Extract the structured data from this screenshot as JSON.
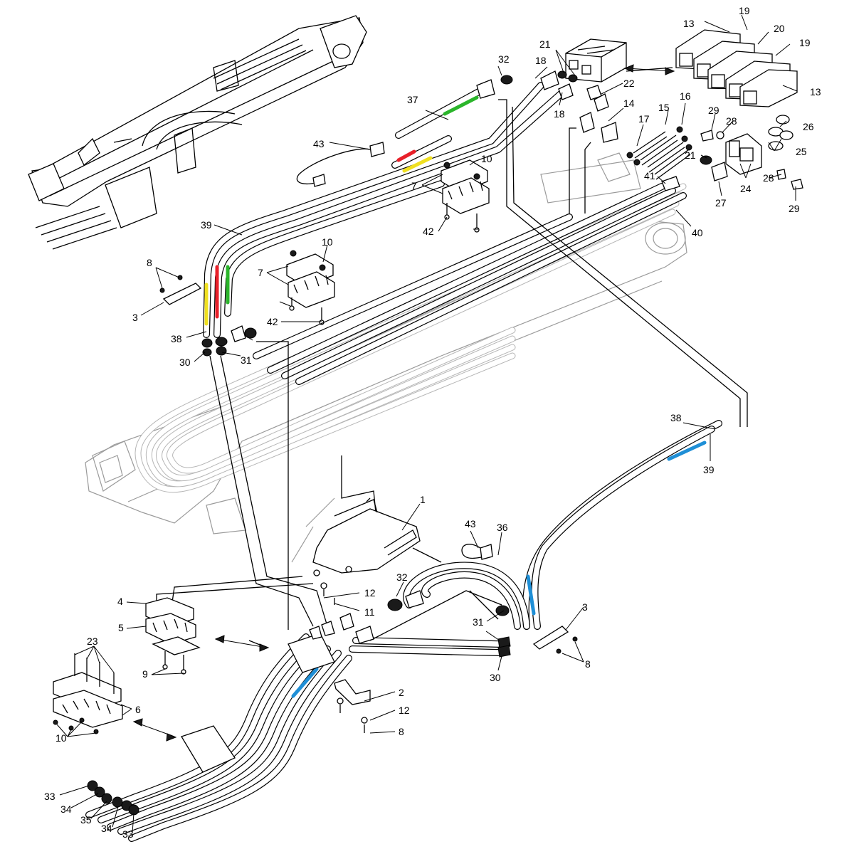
{
  "colors": {
    "line": "#000000",
    "ghost": "#9a9a9a",
    "mark_green": "#2bb52b",
    "mark_red": "#e8202a",
    "mark_yellow": "#f0e020",
    "mark_blue": "#1f8fd6"
  },
  "callouts": [
    {
      "id": "c13a",
      "text": "13"
    },
    {
      "id": "c19a",
      "text": "19"
    },
    {
      "id": "c20",
      "text": "20"
    },
    {
      "id": "c19b",
      "text": "19"
    },
    {
      "id": "c13b",
      "text": "13"
    },
    {
      "id": "c21a",
      "text": "21"
    },
    {
      "id": "c32a",
      "text": "32"
    },
    {
      "id": "c18a",
      "text": "18"
    },
    {
      "id": "c37",
      "text": "37"
    },
    {
      "id": "c22",
      "text": "22"
    },
    {
      "id": "c18b",
      "text": "18"
    },
    {
      "id": "c14",
      "text": "14"
    },
    {
      "id": "c15",
      "text": "15"
    },
    {
      "id": "c16",
      "text": "16"
    },
    {
      "id": "c17",
      "text": "17"
    },
    {
      "id": "c29a",
      "text": "29"
    },
    {
      "id": "c28a",
      "text": "28"
    },
    {
      "id": "c26",
      "text": "26"
    },
    {
      "id": "c25",
      "text": "25"
    },
    {
      "id": "c21b",
      "text": "21"
    },
    {
      "id": "c24",
      "text": "24"
    },
    {
      "id": "c28b",
      "text": "28"
    },
    {
      "id": "c29b",
      "text": "29"
    },
    {
      "id": "c41",
      "text": "41"
    },
    {
      "id": "c27",
      "text": "27"
    },
    {
      "id": "c40",
      "text": "40"
    },
    {
      "id": "c43a",
      "text": "43"
    },
    {
      "id": "c10a",
      "text": "10"
    },
    {
      "id": "c7a",
      "text": "7"
    },
    {
      "id": "c42a",
      "text": "42"
    },
    {
      "id": "c39a",
      "text": "39"
    },
    {
      "id": "c10b",
      "text": "10"
    },
    {
      "id": "c7b",
      "text": "7"
    },
    {
      "id": "c42b",
      "text": "42"
    },
    {
      "id": "c8a",
      "text": "8"
    },
    {
      "id": "c3a",
      "text": "3"
    },
    {
      "id": "c38a",
      "text": "38"
    },
    {
      "id": "c30a",
      "text": "30"
    },
    {
      "id": "c31a",
      "text": "31"
    },
    {
      "id": "c38b",
      "text": "38"
    },
    {
      "id": "c39b",
      "text": "39"
    },
    {
      "id": "c1",
      "text": "1"
    },
    {
      "id": "c43b",
      "text": "43"
    },
    {
      "id": "c36",
      "text": "36"
    },
    {
      "id": "c32b",
      "text": "32"
    },
    {
      "id": "c12a",
      "text": "12"
    },
    {
      "id": "c11",
      "text": "11"
    },
    {
      "id": "c4",
      "text": "4"
    },
    {
      "id": "c5",
      "text": "5"
    },
    {
      "id": "c9",
      "text": "9"
    },
    {
      "id": "c31b",
      "text": "31"
    },
    {
      "id": "c30b",
      "text": "30"
    },
    {
      "id": "c3b",
      "text": "3"
    },
    {
      "id": "c8b",
      "text": "8"
    },
    {
      "id": "c23",
      "text": "23"
    },
    {
      "id": "c6",
      "text": "6"
    },
    {
      "id": "c10c",
      "text": "10"
    },
    {
      "id": "c2",
      "text": "2"
    },
    {
      "id": "c12b",
      "text": "12"
    },
    {
      "id": "c8c",
      "text": "8"
    },
    {
      "id": "c33a",
      "text": "33"
    },
    {
      "id": "c34a",
      "text": "34"
    },
    {
      "id": "c35",
      "text": "35"
    },
    {
      "id": "c34b",
      "text": "34"
    },
    {
      "id": "c33b",
      "text": "33"
    }
  ]
}
